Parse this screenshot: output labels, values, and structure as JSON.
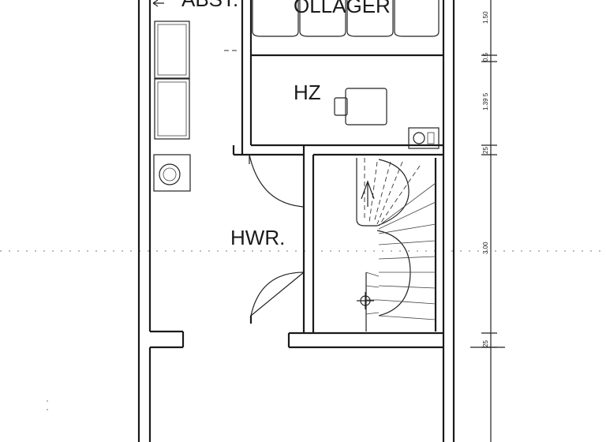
{
  "rooms": {
    "top_left_cut": "ABST.",
    "oil_storage": "ÖLLAGER",
    "heating": "HZ",
    "utility": "HWR."
  },
  "dimensions": {
    "d1": "1.50",
    "d2": "0.5",
    "d3": "1.39 5",
    "d4": "25",
    "d5": "3.00",
    "d6": "25"
  }
}
